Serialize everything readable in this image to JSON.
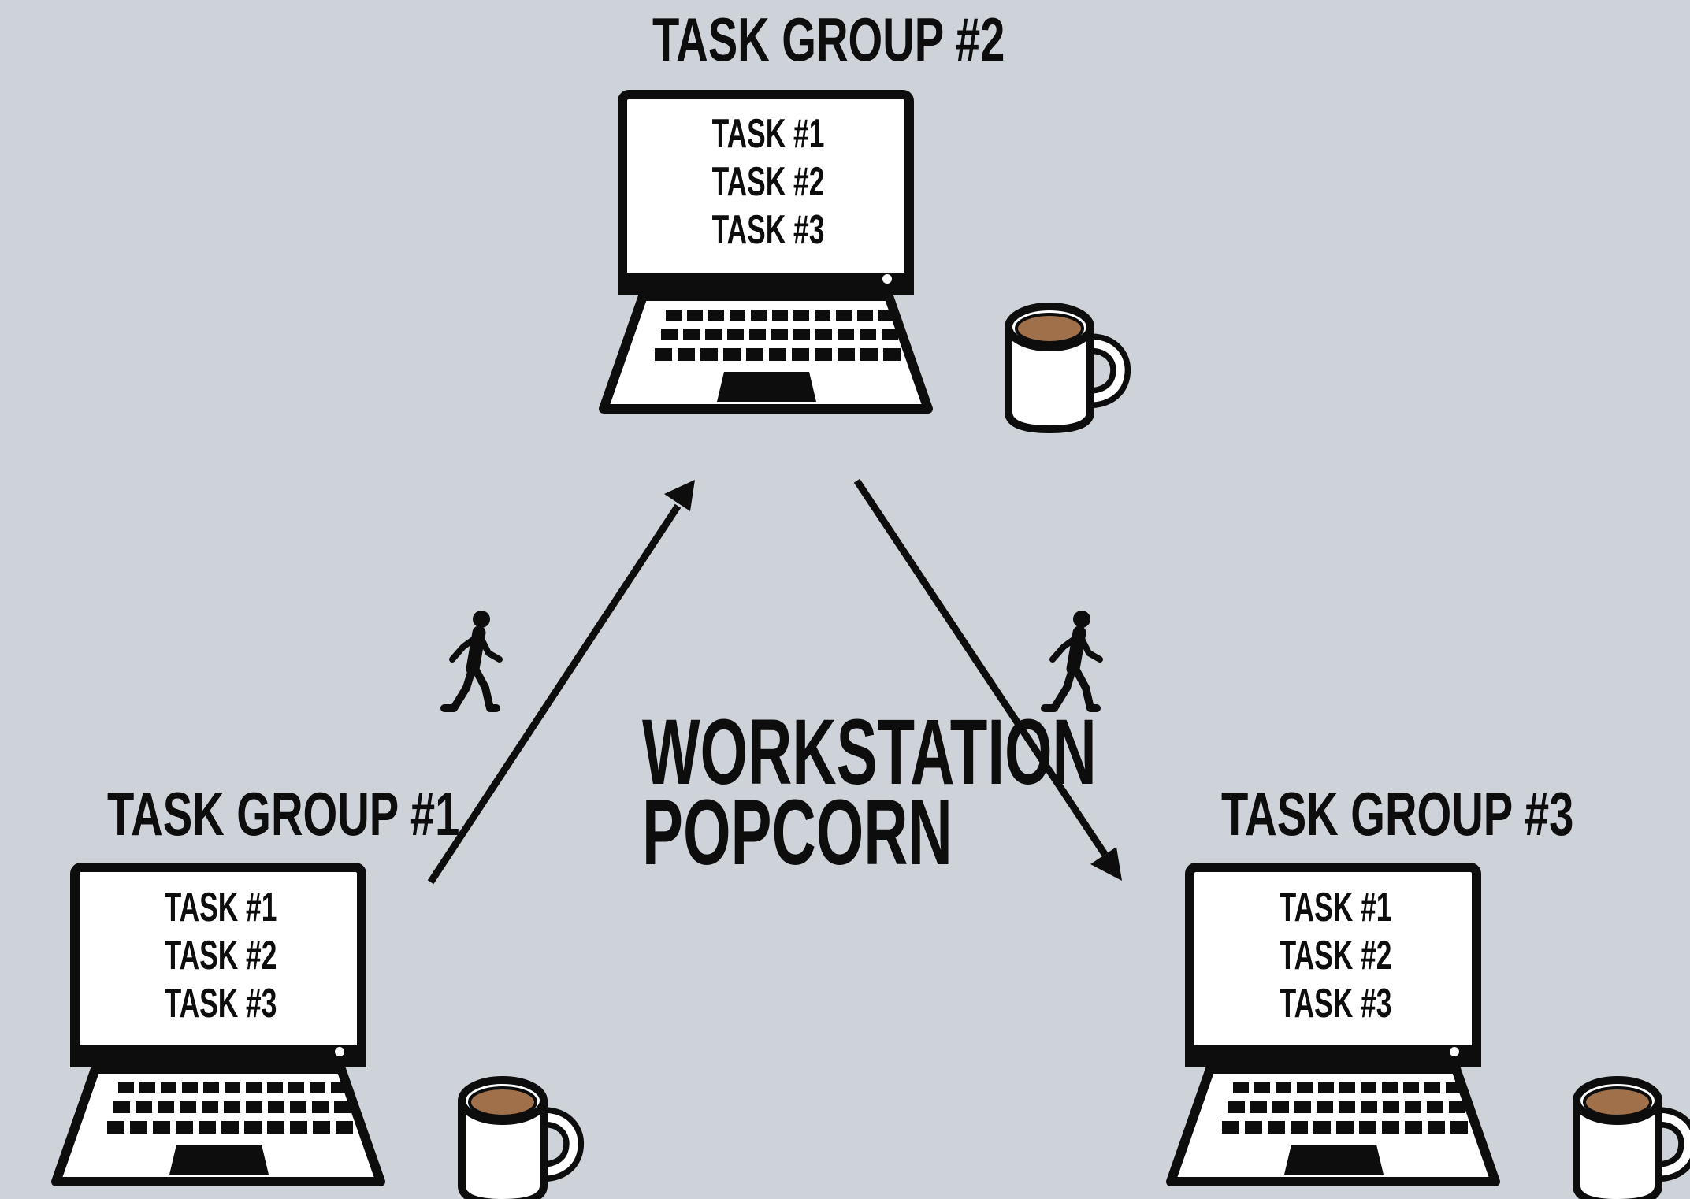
{
  "title": [
    "WORKSTATION",
    "POPCORN"
  ],
  "groups": [
    {
      "label": "TASK GROUP #1",
      "tasks": [
        "TASK #1",
        "TASK #2",
        "TASK #3"
      ]
    },
    {
      "label": "TASK GROUP #2",
      "tasks": [
        "TASK #1",
        "TASK #2",
        "TASK #3"
      ]
    },
    {
      "label": "TASK GROUP #3",
      "tasks": [
        "TASK #1",
        "TASK #2",
        "TASK #3"
      ]
    }
  ],
  "colors": {
    "background": "#ced3da",
    "ink": "#0d0d0d",
    "laptop_fill": "#ffffff",
    "coffee": "#a0704a"
  },
  "icons": [
    "laptop-icon",
    "coffee-mug-icon",
    "walking-person-icon",
    "arrow-icon"
  ]
}
